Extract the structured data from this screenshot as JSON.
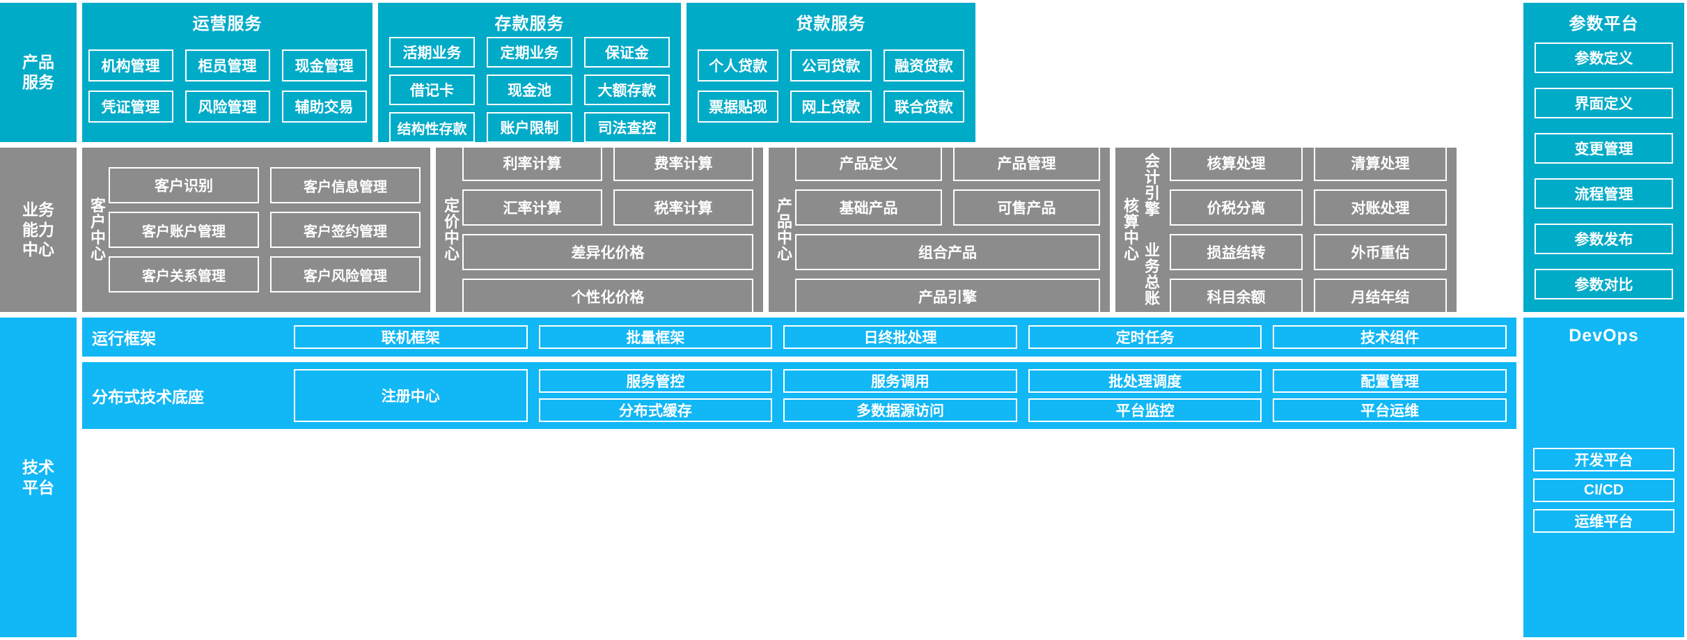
{
  "colors": {
    "primary_cyan": "#00ABC8",
    "capability_gray": "#8C8C8C",
    "tech_blue": "#12B7F5",
    "box_border": "#FFFFFF",
    "text": "#FFFFFF"
  },
  "rows": {
    "product_service": {
      "label": "产品\n服务",
      "label_line1": "产品",
      "label_line2": "服务",
      "groups": [
        {
          "title": "运营服务",
          "rows": [
            [
              "机构管理",
              "柜员管理",
              "现金管理"
            ],
            [
              "凭证管理",
              "风险管理",
              "辅助交易"
            ]
          ]
        },
        {
          "title": "存款服务",
          "rows": [
            [
              "活期业务",
              "定期业务",
              "保证金"
            ],
            [
              "借记卡",
              "现金池",
              "大额存款"
            ],
            [
              "结构性存款",
              "账户限制",
              "司法查控"
            ]
          ]
        },
        {
          "title": "贷款服务",
          "rows": [
            [
              "个人贷款",
              "公司贷款",
              "融资贷款"
            ],
            [
              "票据贴现",
              "网上贷款",
              "联合贷款"
            ]
          ]
        }
      ]
    },
    "business_capability": {
      "label_line1": "业务",
      "label_line2": "能力",
      "label_line3": "中心",
      "groups": [
        {
          "vlabel": "客户中心",
          "vchars": [
            "客",
            "户",
            "中",
            "心"
          ],
          "rows": [
            [
              "客户识别",
              "客户信息管理"
            ],
            [
              "客户账户管理",
              "客户签约管理"
            ],
            [
              "客户关系管理",
              "客户风险管理"
            ]
          ]
        },
        {
          "vlabel": "定价中心",
          "vchars": [
            "定",
            "价",
            "中",
            "心"
          ],
          "rows": [
            [
              "利率计算",
              "费率计算"
            ],
            [
              "汇率计算",
              "税率计算"
            ],
            [
              "差异化价格"
            ],
            [
              "个性化价格"
            ]
          ]
        },
        {
          "vlabel": "产品中心",
          "vchars": [
            "产",
            "品",
            "中",
            "心"
          ],
          "rows": [
            [
              "产品定义",
              "产品管理"
            ],
            [
              "基础产品",
              "可售产品"
            ],
            [
              "组合产品"
            ],
            [
              "产品引擎"
            ]
          ]
        },
        {
          "vlabel": "核算中心",
          "vchars": [
            "核",
            "算",
            "中",
            "心"
          ],
          "sub_engine_label": "会计引擎",
          "sub_engine_chars": [
            "会",
            "计",
            "引",
            "擎"
          ],
          "sub_ledger_label": "业务总账",
          "sub_ledger_chars": [
            "业",
            "务",
            "总",
            "账"
          ],
          "engine_rows": [
            [
              "核算处理",
              "清算处理"
            ],
            [
              "价税分离",
              "对账处理"
            ]
          ],
          "ledger_rows": [
            [
              "损益结转",
              "外币重估"
            ],
            [
              "科目余额",
              "月结年结"
            ]
          ]
        }
      ]
    },
    "tech_platform": {
      "label_line1": "技术",
      "label_line2": "平台",
      "runtime": {
        "label": "运行框架",
        "cells": [
          "联机框架",
          "批量框架",
          "日终批处理",
          "定时任务",
          "技术组件"
        ]
      },
      "foundation": {
        "label": "分布式技术底座",
        "registry": "注册中心",
        "columns": [
          [
            "服务管控",
            "分布式缓存"
          ],
          [
            "服务调用",
            "多数据源访问"
          ],
          [
            "批处理调度",
            "平台监控"
          ],
          [
            "配置管理",
            "平台运维"
          ]
        ]
      }
    }
  },
  "param_platform": {
    "title": "参数平台",
    "items": [
      "参数定义",
      "界面定义",
      "变更管理",
      "流程管理",
      "参数发布",
      "参数对比"
    ]
  },
  "devops": {
    "title": "DevOps",
    "items": [
      "开发平台",
      "CI/CD",
      "运维平台"
    ]
  }
}
